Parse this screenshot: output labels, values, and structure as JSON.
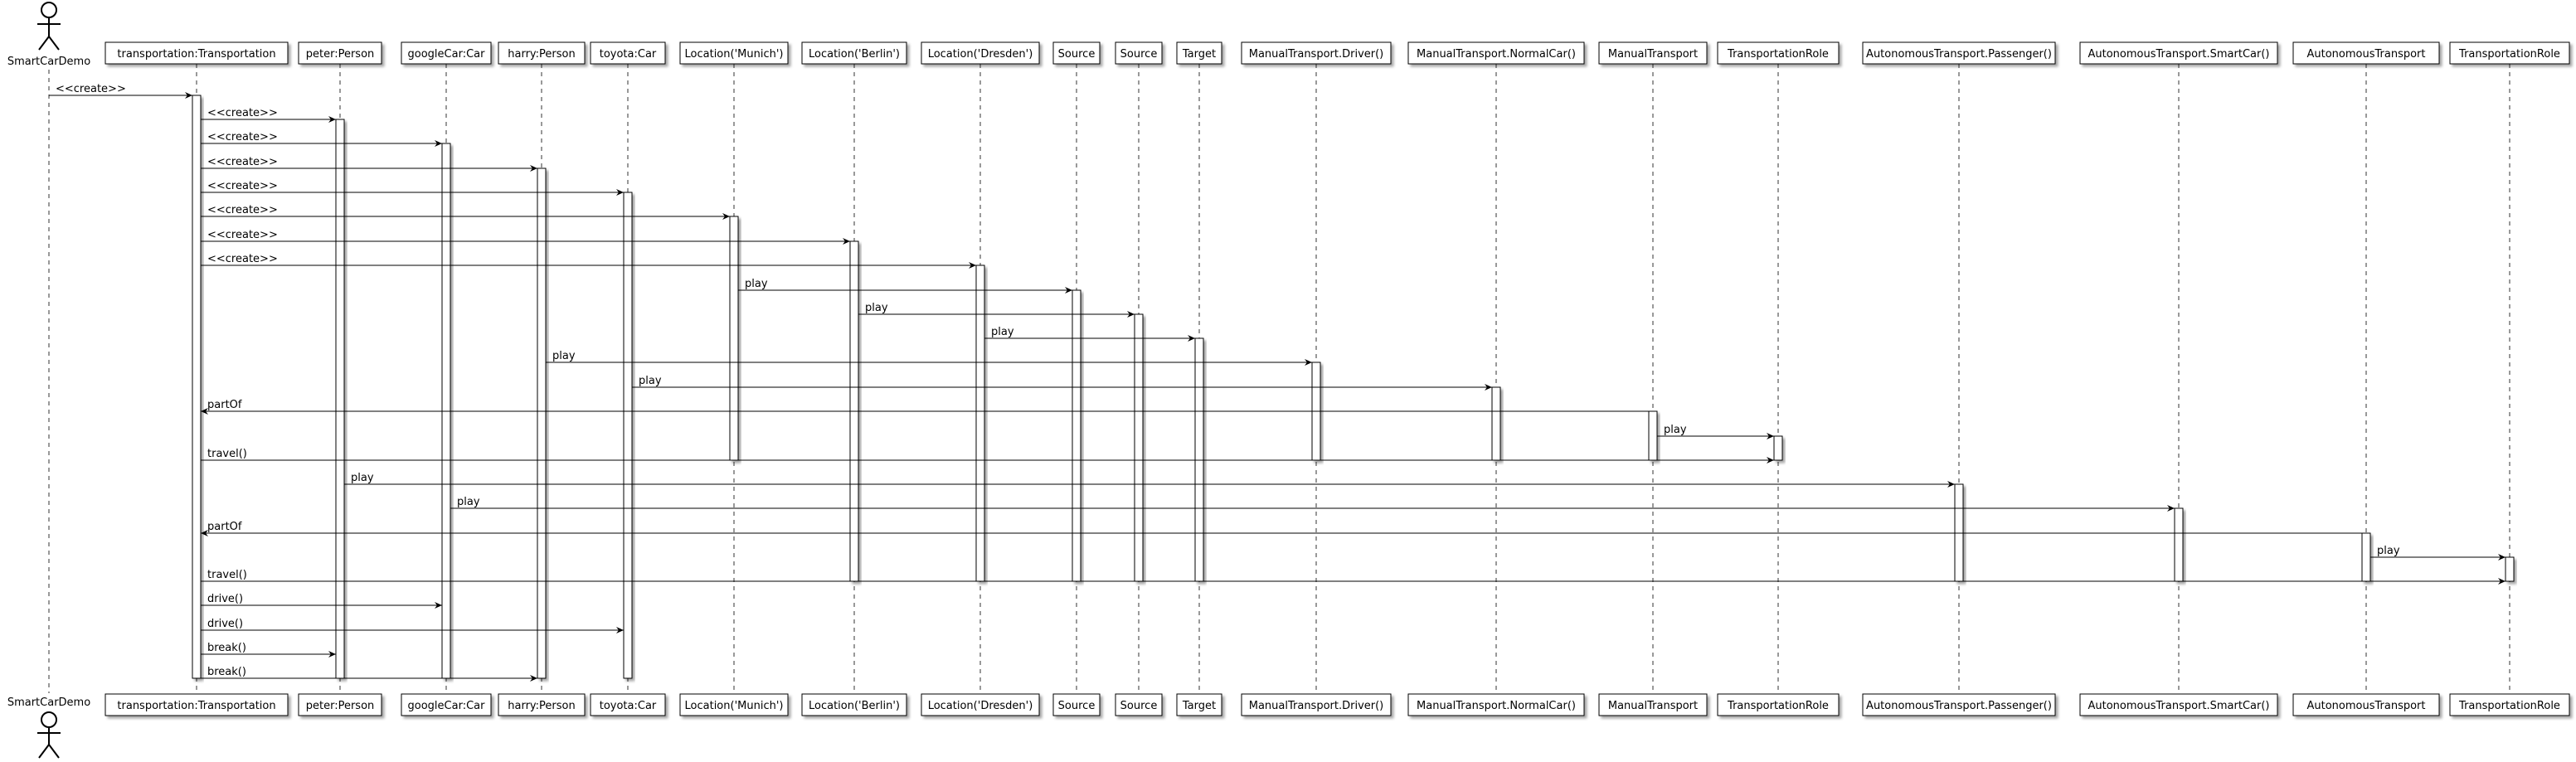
{
  "actor": {
    "name": "SmartCarDemo"
  },
  "participants": [
    "transportation:Transportation",
    "peter:Person",
    "googleCar:Car",
    "harry:Person",
    "toyota:Car",
    "Location('Munich')",
    "Location('Berlin')",
    "Location('Dresden')",
    "Source",
    "Source",
    "Target",
    "ManualTransport.Driver()",
    "ManualTransport.NormalCar()",
    "ManualTransport",
    "TransportationRole",
    "AutonomousTransport.Passenger()",
    "AutonomousTransport.SmartCar()",
    "AutonomousTransport",
    "TransportationRole"
  ],
  "messages": [
    {
      "from": 0,
      "to": 1,
      "label": "<<create>>"
    },
    {
      "from": 1,
      "to": 2,
      "label": "<<create>>"
    },
    {
      "from": 1,
      "to": 3,
      "label": "<<create>>"
    },
    {
      "from": 1,
      "to": 4,
      "label": "<<create>>"
    },
    {
      "from": 1,
      "to": 5,
      "label": "<<create>>"
    },
    {
      "from": 1,
      "to": 6,
      "label": "<<create>>"
    },
    {
      "from": 1,
      "to": 7,
      "label": "<<create>>"
    },
    {
      "from": 1,
      "to": 8,
      "label": "<<create>>"
    },
    {
      "from": 6,
      "to": 9,
      "label": "play"
    },
    {
      "from": 7,
      "to": 10,
      "label": "play"
    },
    {
      "from": 8,
      "to": 11,
      "label": "play"
    },
    {
      "from": 4,
      "to": 12,
      "label": "play"
    },
    {
      "from": 5,
      "to": 13,
      "label": "play"
    },
    {
      "from": 14,
      "to": 1,
      "label": "partOf"
    },
    {
      "from": 14,
      "to": 15,
      "label": "play"
    },
    {
      "from": 1,
      "to": 15,
      "label": "travel()"
    },
    {
      "from": 2,
      "to": 16,
      "label": "play"
    },
    {
      "from": 3,
      "to": 17,
      "label": "play"
    },
    {
      "from": 18,
      "to": 1,
      "label": "partOf"
    },
    {
      "from": 18,
      "to": 19,
      "label": "play"
    },
    {
      "from": 1,
      "to": 19,
      "label": "travel()"
    },
    {
      "from": 1,
      "to": 3,
      "label": "drive()"
    },
    {
      "from": 1,
      "to": 5,
      "label": "drive()"
    },
    {
      "from": 1,
      "to": 2,
      "label": "break()"
    },
    {
      "from": 1,
      "to": 4,
      "label": "break()"
    }
  ]
}
